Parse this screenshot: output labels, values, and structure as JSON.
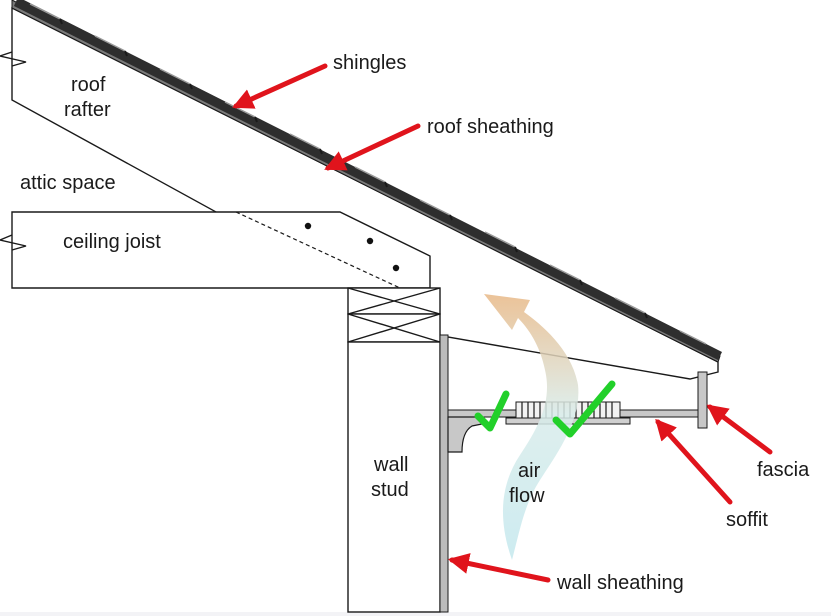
{
  "labels": {
    "shingles": "shingles",
    "roof_rafter_line1": "roof",
    "roof_rafter_line2": "rafter",
    "roof_sheathing": "roof sheathing",
    "attic_space": "attic space",
    "ceiling_joist": "ceiling joist",
    "wall_stud_line1": "wall",
    "wall_stud_line2": "stud",
    "air_flow_line1": "air",
    "air_flow_line2": "flow",
    "fascia": "fascia",
    "soffit": "soffit",
    "wall_sheathing": "wall sheathing"
  },
  "colors": {
    "pointer_arrow": "#e0141c",
    "checkmark": "#22d02a",
    "airflow_top": "#e8b886",
    "airflow_bottom": "#c4e8ee",
    "roofing": "#3a3a3a",
    "framing": "#ffffff"
  }
}
